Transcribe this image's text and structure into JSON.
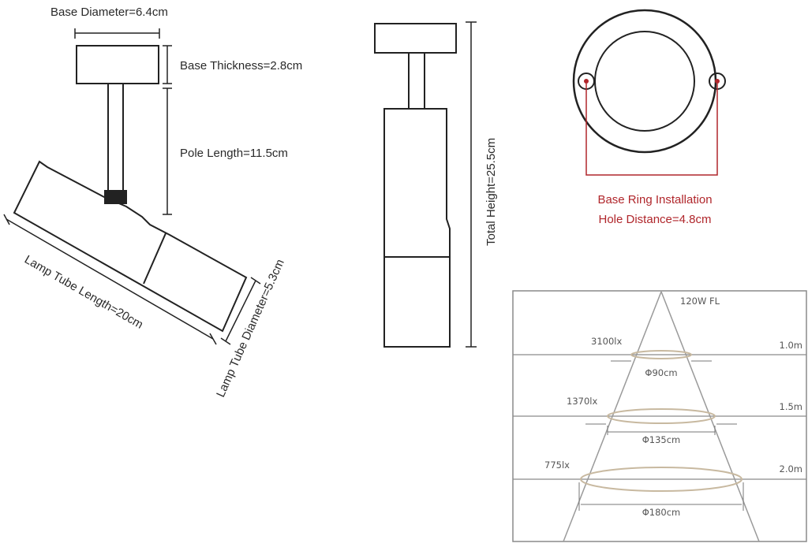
{
  "labels": {
    "base_diameter": "Base Diameter=6.4cm",
    "base_thickness": "Base Thickness=2.8cm",
    "pole_length": "Pole Length=11.5cm",
    "tube_length": "Lamp Tube Length=20cm",
    "tube_diameter": "Lamp Tube Diameter=5.3cm",
    "total_height": "Total Height=25.5cm",
    "ring_line1": "Base Ring Installation",
    "ring_line2": "Hole Distance=4.8cm"
  },
  "light_chart": {
    "title": "120W FL",
    "levels": [
      {
        "distance": "1.0m",
        "lux": "3100lx",
        "diameter": "Φ90cm"
      },
      {
        "distance": "1.5m",
        "lux": "1370lx",
        "diameter": "Φ135cm"
      },
      {
        "distance": "2.0m",
        "lux": "775lx",
        "diameter": "Φ180cm"
      }
    ]
  },
  "colors": {
    "line": "#222222",
    "annotation_red": "#b0262b",
    "beam_grey": "#9a9a9a",
    "ellipse_tan": "#c8b9a0"
  }
}
